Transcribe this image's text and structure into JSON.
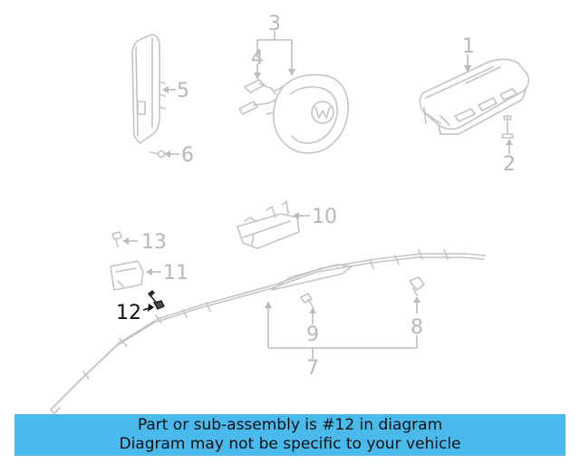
{
  "callouts": {
    "n1": "1",
    "n2": "2",
    "n3": "3",
    "n4": "4",
    "n5": "5",
    "n6": "6",
    "n7": "7",
    "n8": "8",
    "n9": "9",
    "n10": "10",
    "n11": "11",
    "n12": "12",
    "n13": "13"
  },
  "highlighted_part": "12",
  "colors": {
    "part_line": "#c4c4c4",
    "callout_text": "#b8b8b8",
    "highlight": "#111111",
    "banner_bg": "#4ab9ec",
    "banner_text": "#111111"
  },
  "banner": {
    "line1": "Part or sub-assembly is #12 in diagram",
    "line2": "Diagram may not be specific to your vehicle"
  }
}
